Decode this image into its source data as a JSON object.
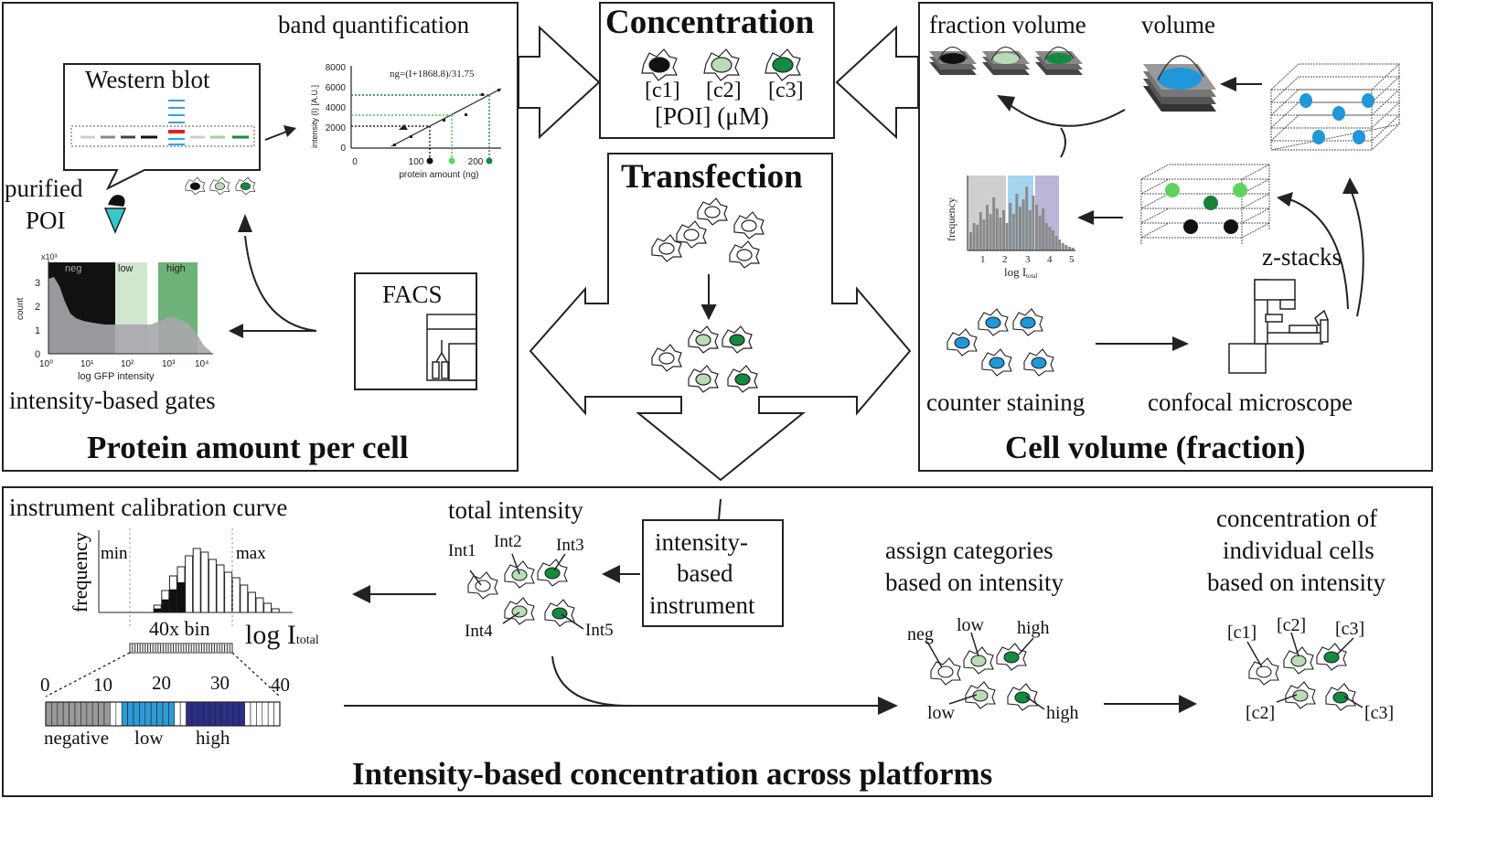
{
  "colors": {
    "black": "#111111",
    "light_green": "#b9dcb7",
    "dark_green": "#128a3f",
    "blue_cell": "#1f97d8",
    "gate_neg": "#111111",
    "gate_low": "#cfe6cf",
    "gate_high": "#6fb27a",
    "hist_grey": "#a7a7ad",
    "bar_blue": "#2e9bd6",
    "bar_navy": "#2b2f86",
    "bar_grey": "#999999",
    "blot_red": "#e02020",
    "blot_blue": "#31a4e0",
    "tube_cyan": "#36c9c9"
  },
  "top_left": {
    "title": "Protein amount per cell",
    "band_quantification": "band quantification",
    "western_blot": "Western blot",
    "purified_poi_line1": "purified",
    "purified_poi_line2": "POI",
    "facs": "FACS",
    "gates_label": "intensity-based gates",
    "calib": {
      "equation": "ng=(I+1868.8)/31.75",
      "ylabel": "intensity (I) [A.U.]",
      "xlabel": "protein amount (ng)",
      "yticks": [
        "8000",
        "6000",
        "4000",
        "2000",
        "0"
      ],
      "xticks": [
        "0",
        "100",
        "200"
      ]
    },
    "facs_hist": {
      "exponent": "x10³",
      "ylabel": "count",
      "yticks": [
        "3",
        "2",
        "1",
        "0"
      ],
      "xlabel": "log GFP intensity",
      "xticks": [
        "10⁰",
        "10¹",
        "10²",
        "10³",
        "10⁴"
      ],
      "gates": [
        "neg",
        "low",
        "high"
      ]
    }
  },
  "center_top": {
    "title": "Concentration",
    "cell_labels": [
      "[c1]",
      "[c2]",
      "[c3]"
    ],
    "poi_label": "[POI] (μM)"
  },
  "center_mid": {
    "title": "Transfection"
  },
  "top_right": {
    "title": "Cell volume (fraction)",
    "fraction_volume": "fraction volume",
    "volume": "volume",
    "z_stacks": "z-stacks",
    "counter_staining": "counter staining",
    "confocal": "confocal microscope",
    "hist": {
      "ylabel": "frequency",
      "xlabel_main": "log I",
      "xlabel_sub": "total",
      "xticks": [
        "1",
        "2",
        "3",
        "4",
        "5"
      ]
    }
  },
  "bottom": {
    "title": "Intensity-based concentration across platforms",
    "calibration_curve": "instrument calibration curve",
    "frequency": "frequency",
    "min": "min",
    "max": "max",
    "bin_label": "40x bin",
    "log_i_main": "log I",
    "log_i_sub": "total",
    "scale_ticks": [
      "0",
      "10",
      "20",
      "30",
      "40"
    ],
    "scale_categories": [
      "negative",
      "low",
      "high"
    ],
    "total_intensity": "total intensity",
    "int_labels": [
      "Int1",
      "Int2",
      "Int3",
      "Int4",
      "Int5"
    ],
    "instrument_line1": "intensity-",
    "instrument_line2": "based",
    "instrument_line3": "instrument",
    "assign_line1": "assign categories",
    "assign_line2": "based on intensity",
    "assign_labels": [
      "neg",
      "low",
      "high",
      "low",
      "high"
    ],
    "conc_line1": "concentration of",
    "conc_line2": "individual cells",
    "conc_line3": "based on intensity",
    "conc_labels": [
      "[c1]",
      "[c2]",
      "[c3]",
      "[c2]",
      "[c3]"
    ]
  }
}
